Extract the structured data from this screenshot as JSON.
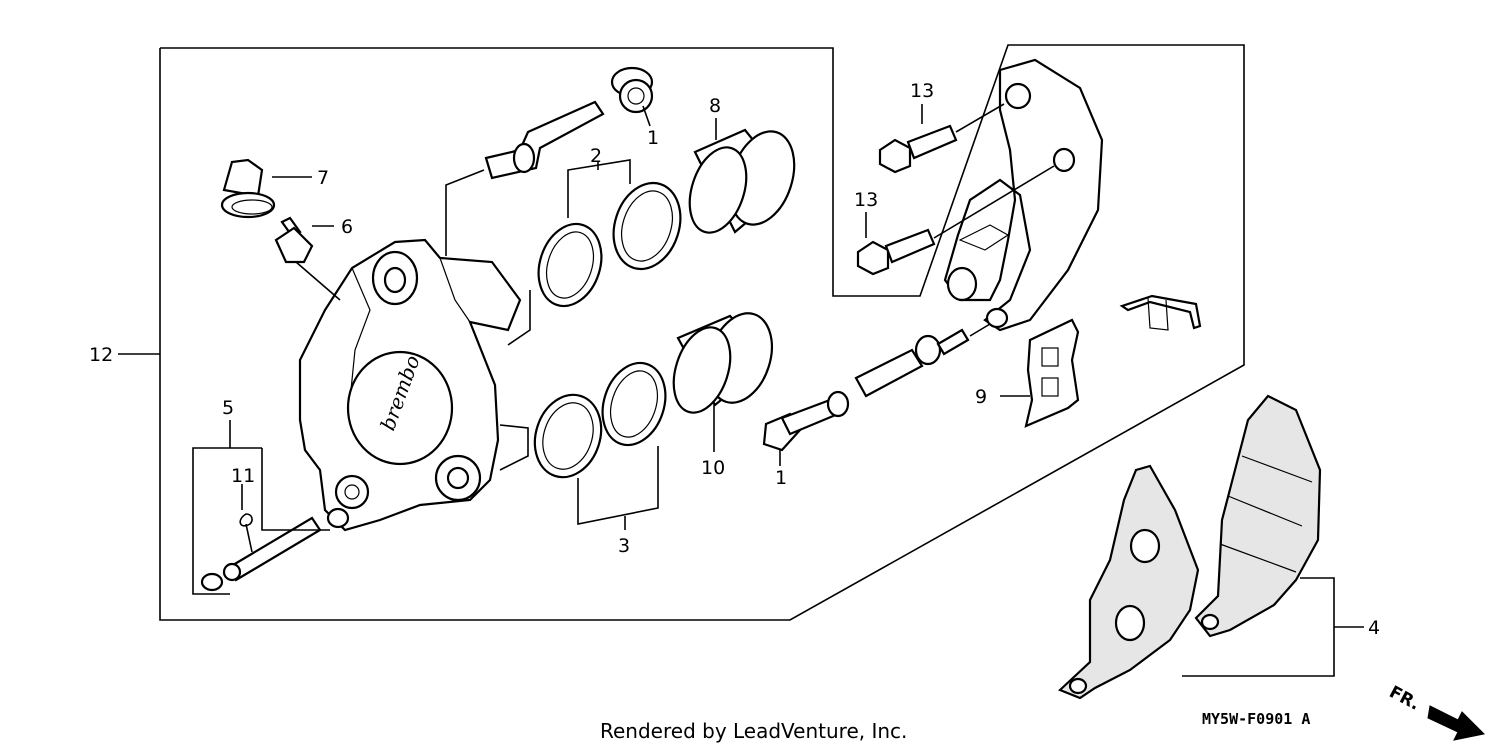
{
  "diagram": {
    "callouts": {
      "p1a": "1",
      "p1b": "1",
      "p2": "2",
      "p3": "3",
      "p4": "4",
      "p5": "5",
      "p6": "6",
      "p7": "7",
      "p8": "8",
      "p9": "9",
      "p10": "10",
      "p11": "11",
      "p12": "12",
      "p13a": "13",
      "p13b": "13"
    },
    "caliper_brand": "brembo",
    "drawing_code": "MY5W-F0901 A",
    "front_marker": "FR.",
    "credit": "Rendered by LeadVenture, Inc."
  }
}
